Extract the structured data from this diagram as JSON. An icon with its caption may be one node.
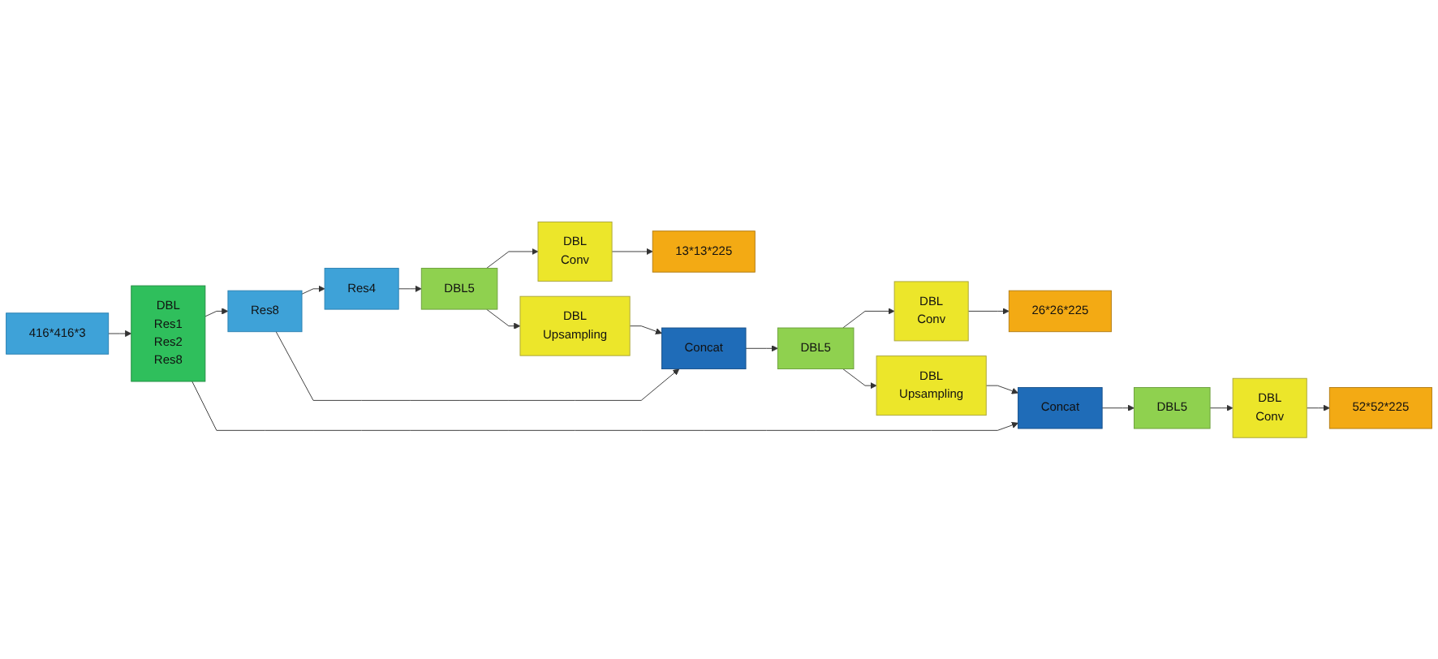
{
  "diagram": {
    "nodes": [
      {
        "text": [
          "416*416*3"
        ]
      },
      {
        "text": [
          "DBL Res1 Res2 Res8"
        ]
      },
      {
        "text": [
          "Res8"
        ]
      },
      {
        "text": [
          "Res4"
        ]
      },
      {
        "text": [
          "DBL5"
        ]
      },
      {
        "text": [
          "DBL Conv"
        ]
      },
      {
        "text": [
          "13*13*225"
        ]
      },
      {
        "text": [
          "DBL Upsampling"
        ]
      },
      {
        "text": [
          "Concat"
        ]
      },
      {
        "text": [
          "DBL5"
        ]
      },
      {
        "text": [
          "DBL Conv"
        ]
      },
      {
        "text": [
          "26*26*225"
        ]
      },
      {
        "text": [
          "DBL Upsampling"
        ]
      },
      {
        "text": [
          "Concat"
        ]
      },
      {
        "text": [
          "DBL5"
        ]
      },
      {
        "text": [
          "DBL Conv"
        ]
      },
      {
        "text": [
          "52*52*225"
        ]
      }
    ],
    "edges": [
      {
        "from": 0,
        "to": 1,
        "arrow": "to"
      },
      {
        "from": 1,
        "to": 2,
        "arrow": "to"
      },
      {
        "from": 1,
        "to": 13,
        "arrow": "to"
      },
      {
        "from": 2,
        "to": 3,
        "arrow": "to"
      },
      {
        "from": 2,
        "to": 8,
        "arrow": "to"
      },
      {
        "from": 3,
        "to": 4,
        "arrow": "to"
      },
      {
        "from": 4,
        "to": 5,
        "arrow": "to"
      },
      {
        "from": 5,
        "to": 6,
        "arrow": "to"
      },
      {
        "from": 4,
        "to": 7,
        "arrow": "to"
      },
      {
        "from": 7,
        "to": 8,
        "arrow": "to"
      },
      {
        "from": 8,
        "to": 9,
        "arrow": "to"
      },
      {
        "from": 9,
        "to": 10,
        "arrow": "to"
      },
      {
        "from": 10,
        "to": 11,
        "arrow": "to"
      },
      {
        "from": 9,
        "to": 12,
        "arrow": "to"
      },
      {
        "from": 12,
        "to": 13,
        "arrow": "to"
      },
      {
        "from": 13,
        "to": 14,
        "arrow": "to"
      },
      {
        "from": 14,
        "to": 15,
        "arrow": "to"
      },
      {
        "from": 15,
        "to": 16,
        "arrow": "to"
      }
    ]
  }
}
